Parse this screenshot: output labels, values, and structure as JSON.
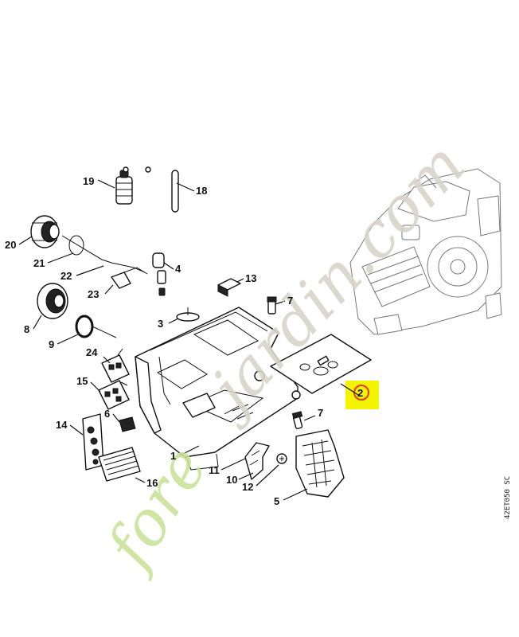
{
  "watermark": {
    "text_prefix": "fore",
    "text_suffix": "jardin.com",
    "prefix_color": "#c9e39a",
    "suffix_color": "#d9d4c8"
  },
  "reference_code": "42ET050 SC",
  "highlight": {
    "part": "2",
    "color": "#f4f400",
    "ring_color": "#e23a2a"
  },
  "parts": [
    {
      "id": "19",
      "label": "19"
    },
    {
      "id": "18",
      "label": "18"
    },
    {
      "id": "20",
      "label": "20"
    },
    {
      "id": "21",
      "label": "21"
    },
    {
      "id": "22",
      "label": "22"
    },
    {
      "id": "23",
      "label": "23"
    },
    {
      "id": "4",
      "label": "4"
    },
    {
      "id": "13",
      "label": "13"
    },
    {
      "id": "7a",
      "label": "7"
    },
    {
      "id": "3",
      "label": "3"
    },
    {
      "id": "8",
      "label": "8"
    },
    {
      "id": "9",
      "label": "9"
    },
    {
      "id": "24",
      "label": "24"
    },
    {
      "id": "15",
      "label": "15"
    },
    {
      "id": "2",
      "label": "2"
    },
    {
      "id": "7b",
      "label": "7"
    },
    {
      "id": "14",
      "label": "14"
    },
    {
      "id": "6",
      "label": "6"
    },
    {
      "id": "1",
      "label": "1"
    },
    {
      "id": "11",
      "label": "11"
    },
    {
      "id": "10",
      "label": "10"
    },
    {
      "id": "12",
      "label": "12"
    },
    {
      "id": "16",
      "label": "16"
    },
    {
      "id": "5",
      "label": "5"
    }
  ]
}
